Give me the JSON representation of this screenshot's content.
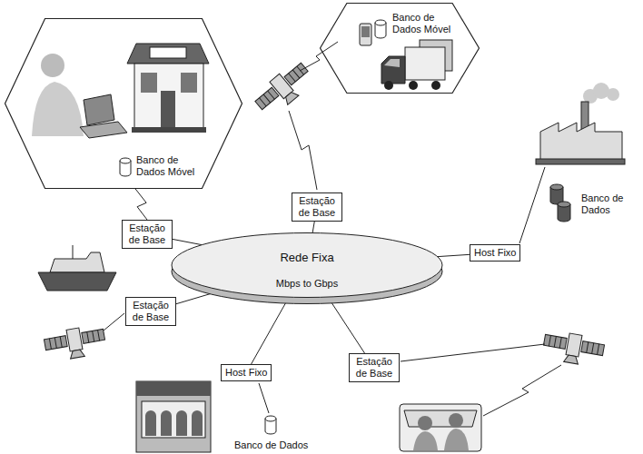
{
  "diagram": {
    "nodes": [
      {
        "text": [
          "Banco de Dados Móvel"
        ]
      },
      {
        "text": [
          "Banco de Dados Móvel"
        ]
      },
      {
        "text": [
          "Estação de Base"
        ]
      },
      {
        "text": [
          "Estação de Base"
        ]
      },
      {
        "text": [
          "Host Fixo"
        ]
      },
      {
        "text": [
          "Rede Fixa",
          "Mbps to Gbps"
        ]
      },
      {
        "text": [
          "Estação de Base"
        ]
      },
      {
        "text": [
          "Estação de Base"
        ]
      },
      {
        "text": [
          "Host Fixo"
        ]
      }
    ],
    "edges": [
      {
        "from": 0,
        "to": 3,
        "arrow": "none"
      },
      {
        "from": 5,
        "to": 2,
        "arrow": "none"
      },
      {
        "from": 5,
        "to": 3,
        "arrow": "none"
      },
      {
        "from": 5,
        "to": 4,
        "arrow": "none"
      },
      {
        "from": 5,
        "to": 6,
        "arrow": "none"
      },
      {
        "from": 5,
        "to": 7,
        "arrow": "none"
      },
      {
        "from": 5,
        "to": 8,
        "arrow": "none"
      }
    ],
    "labels": [
      "Banco de Dados",
      "Banco de Dados"
    ]
  }
}
